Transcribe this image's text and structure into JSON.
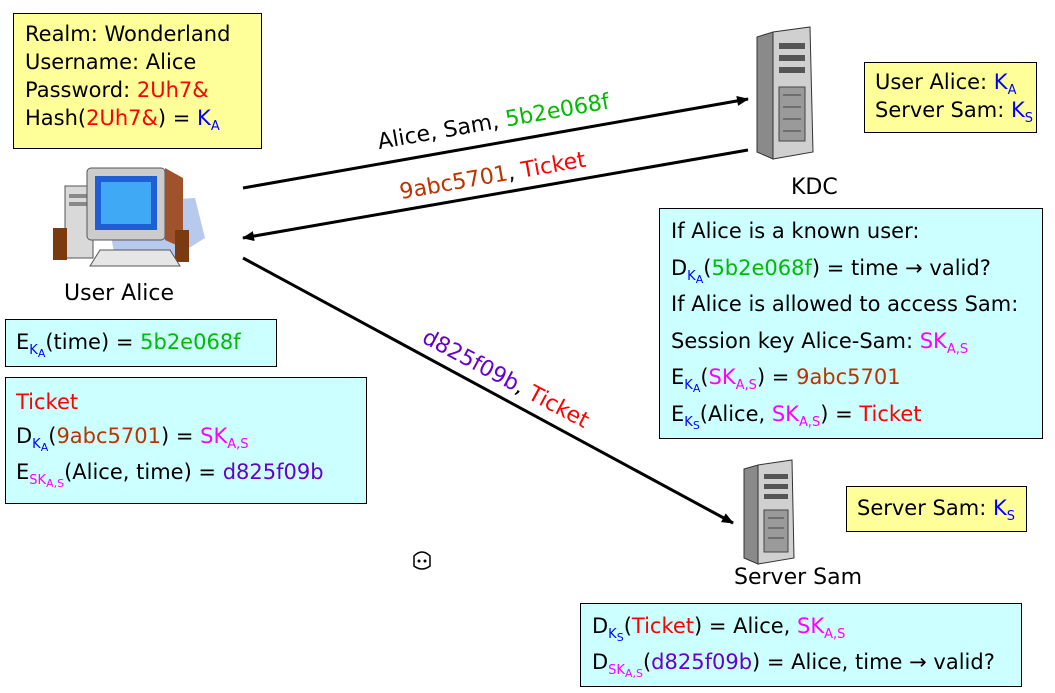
{
  "alice_info": {
    "realm": "Realm: Wonderland",
    "username": "Username: Alice",
    "password_label": "Password: ",
    "password": "2Uh7&",
    "hash_prefix": "Hash(",
    "hash_arg": "2Uh7&",
    "hash_suffix": ") = ",
    "key_letter": "K",
    "key_sub": "A"
  },
  "user_alice_caption": "User Alice",
  "kdc_caption": "KDC",
  "server_sam_caption": "Server Sam",
  "kdc_db": {
    "line1_prefix": "User Alice: ",
    "line1_key": "K",
    "line1_sub": "A",
    "line2_prefix": "Server Sam: ",
    "line2_key": "K",
    "line2_sub": "S"
  },
  "sam_key": {
    "prefix": "Server Sam: ",
    "key": "K",
    "sub": "S"
  },
  "alice_encrypt": {
    "fn": "E",
    "k": "K",
    "a": "A",
    "arg": "(time) = ",
    "value": "5b2e068f"
  },
  "alice_ticket": {
    "title": "Ticket",
    "l2_fn": "D",
    "l2_k": "K",
    "l2_a": "A",
    "l2_open": "(",
    "l2_val": "9abc5701",
    "l2_close": ") = ",
    "l2_sk": "SK",
    "l2_sk_sub": "A,S",
    "l3_fn": "E",
    "l3_sk": "SK",
    "l3_sk_sub": "A,S",
    "l3_arg": "(Alice, time) = ",
    "l3_val": "d825f09b"
  },
  "kdc_logic": {
    "l1": "If Alice is a known user:",
    "l2_fn": "D",
    "l2_k": "K",
    "l2_a": "A",
    "l2_open": "(",
    "l2_val": "5b2e068f",
    "l2_rest": ") = time → valid?",
    "l3": "If Alice is allowed to access Sam:",
    "l4_prefix": "Session key Alice-Sam: ",
    "l4_sk": "SK",
    "l4_sk_sub": "A,S",
    "l5_fn": "E",
    "l5_k": "K",
    "l5_a": "A",
    "l5_open": "(",
    "l5_sk": "SK",
    "l5_sk_sub": "A,S",
    "l5_close": ") = ",
    "l5_val": "9abc5701",
    "l6_fn": "E",
    "l6_k": "K",
    "l6_s": "S",
    "l6_open": "(Alice, ",
    "l6_sk": "SK",
    "l6_sk_sub": "A,S",
    "l6_close": ") = ",
    "l6_val": "Ticket"
  },
  "sam_logic": {
    "l1_fn": "D",
    "l1_k": "K",
    "l1_s": "S",
    "l1_open": "(",
    "l1_val": "Ticket",
    "l1_rest": ") = Alice, ",
    "l1_sk": "SK",
    "l1_sk_sub": "A,S",
    "l2_fn": "D",
    "l2_sk": "SK",
    "l2_sk_sub": "A,S",
    "l2_open": "(",
    "l2_val": "d825f09b",
    "l2_rest": ") = Alice, time → valid?"
  },
  "arrow_labels": {
    "to_kdc_prefix": "Alice, Sam, ",
    "to_kdc_value": "5b2e068f",
    "from_kdc_value": "9abc5701",
    "from_kdc_sep": ", ",
    "from_kdc_ticket": "Ticket",
    "to_sam_value": "d825f09b",
    "to_sam_sep": ", ",
    "to_sam_ticket": "Ticket"
  },
  "icons": [
    "desktop-computer-icon",
    "kdc-server-tower-icon",
    "sam-server-tower-icon",
    "mouse-cursor-icon"
  ]
}
